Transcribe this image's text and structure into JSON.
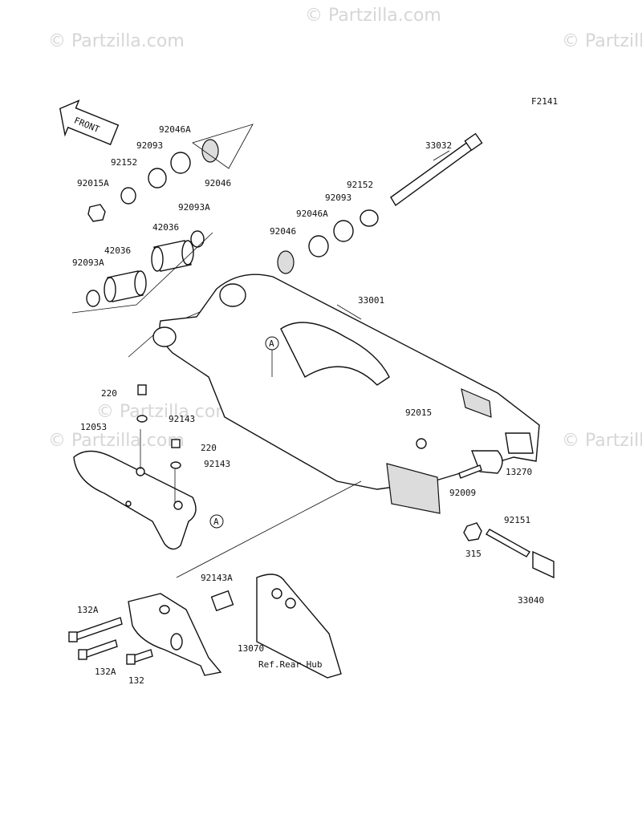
{
  "figure_code": "F2141",
  "front_label": "FRONT",
  "watermark": "© Partzilla.com",
  "callout_letter": "A",
  "parts": [
    {
      "id": "33032"
    },
    {
      "id": "92046A"
    },
    {
      "id": "92093"
    },
    {
      "id": "92152"
    },
    {
      "id": "92015A"
    },
    {
      "id": "92046"
    },
    {
      "id": "42036"
    },
    {
      "id": "92093A"
    },
    {
      "id": "33001"
    },
    {
      "id": "220"
    },
    {
      "id": "92143"
    },
    {
      "id": "12053"
    },
    {
      "id": "92015"
    },
    {
      "id": "13270"
    },
    {
      "id": "92009"
    },
    {
      "id": "92151"
    },
    {
      "id": "315"
    },
    {
      "id": "33040"
    },
    {
      "id": "92143A"
    },
    {
      "id": "132A"
    },
    {
      "id": "132"
    },
    {
      "id": "13070"
    }
  ],
  "ref_label": "Ref.Rear Hub"
}
